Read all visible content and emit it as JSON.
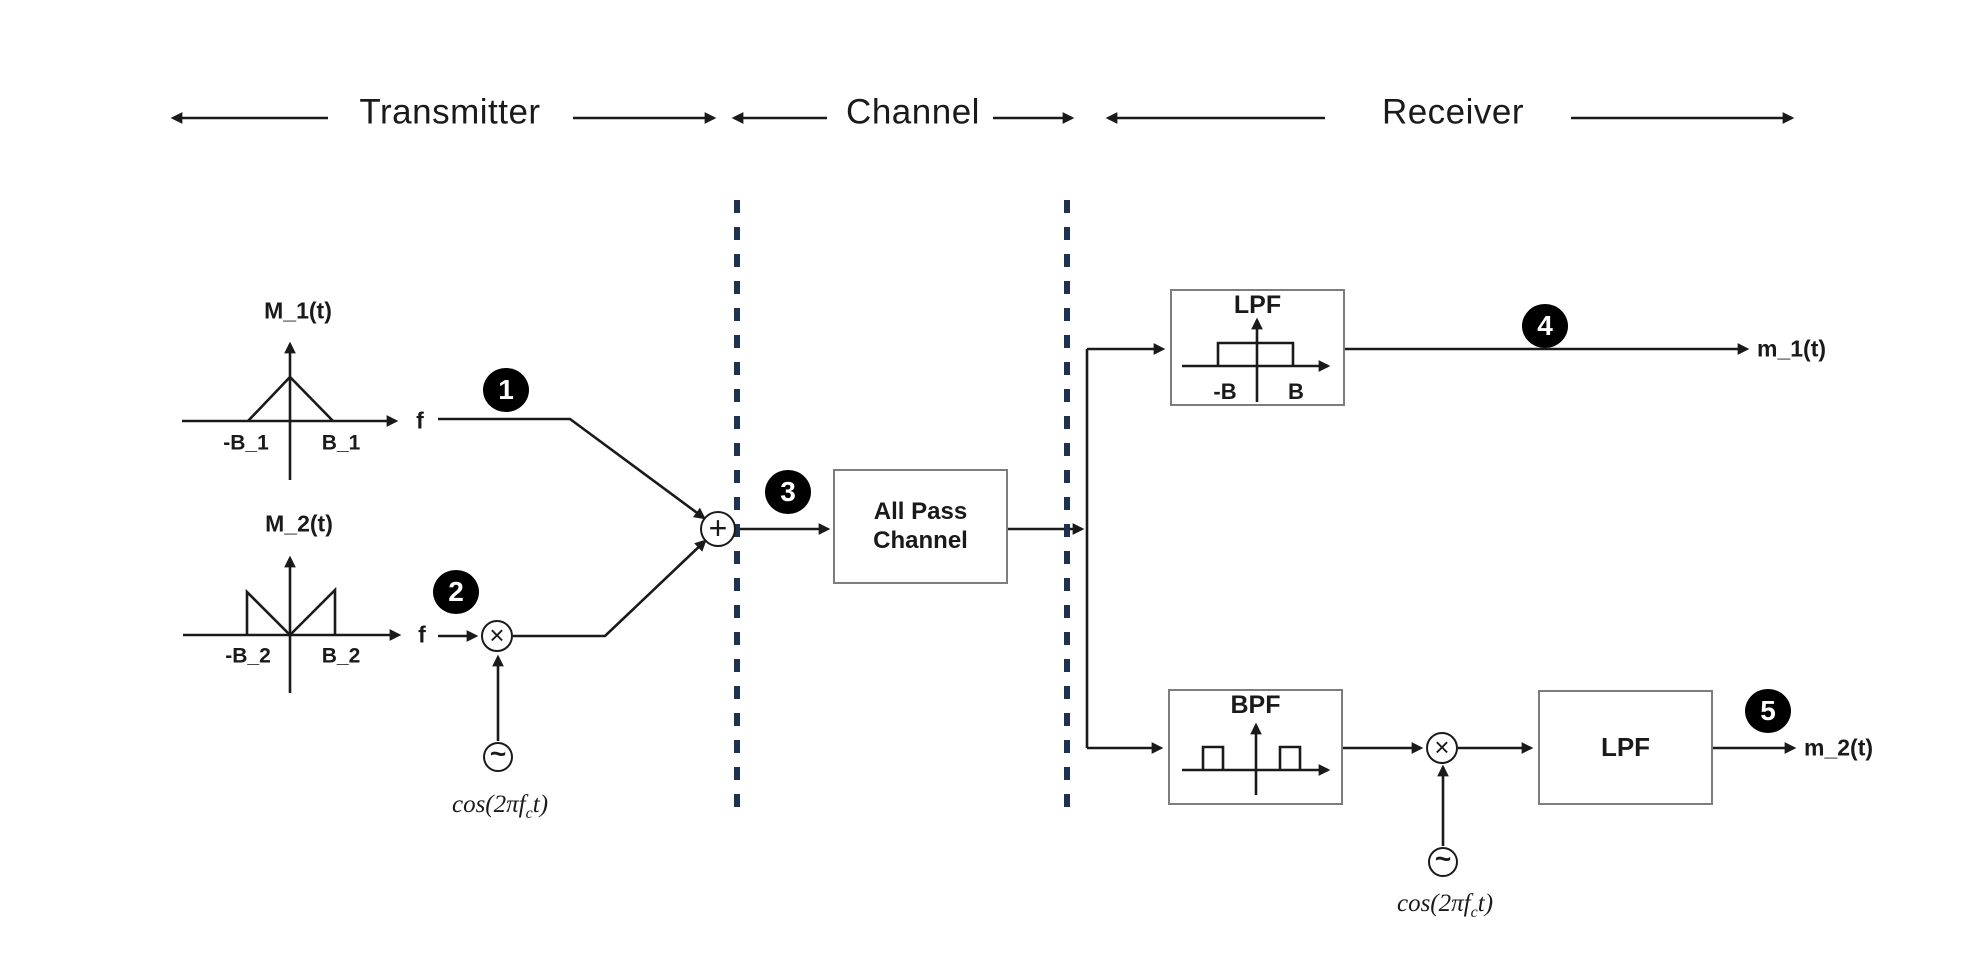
{
  "header": {
    "transmitter": "Transmitter",
    "channel": "Channel",
    "receiver": "Receiver"
  },
  "spectrum_m1": {
    "title": "M_1(t)",
    "neg_label": "-B_1",
    "pos_label": "B_1",
    "axis_label": "f"
  },
  "spectrum_m2": {
    "title": "M_2(t)",
    "neg_label": "-B_2",
    "pos_label": "B_2",
    "axis_label": "f"
  },
  "badges": {
    "point1": "1",
    "point2": "2",
    "point3": "3",
    "point4": "4",
    "point5": "5"
  },
  "operators": {
    "multiplier": "×",
    "summer": "+",
    "oscillator": "~"
  },
  "oscillator_formula": {
    "pre": "cos(2π",
    "f": "f",
    "sub": "c",
    "t": "t",
    "post": ")"
  },
  "blocks": {
    "all_pass_channel": "All Pass Channel",
    "lpf_top": {
      "title": "LPF",
      "neg_label": "-B",
      "pos_label": "B"
    },
    "bpf": {
      "title": "BPF"
    },
    "lpf_bottom": {
      "title": "LPF"
    }
  },
  "outputs": {
    "m1": "m_1(t)",
    "m2": "m_2(t)"
  },
  "colors": {
    "line": "#1a1a1a",
    "separator_dash": "#1f3150",
    "box_border": "#7d7d7d",
    "badge_background": "#000000",
    "badge_text": "#ffffff",
    "background": "#ffffff"
  }
}
